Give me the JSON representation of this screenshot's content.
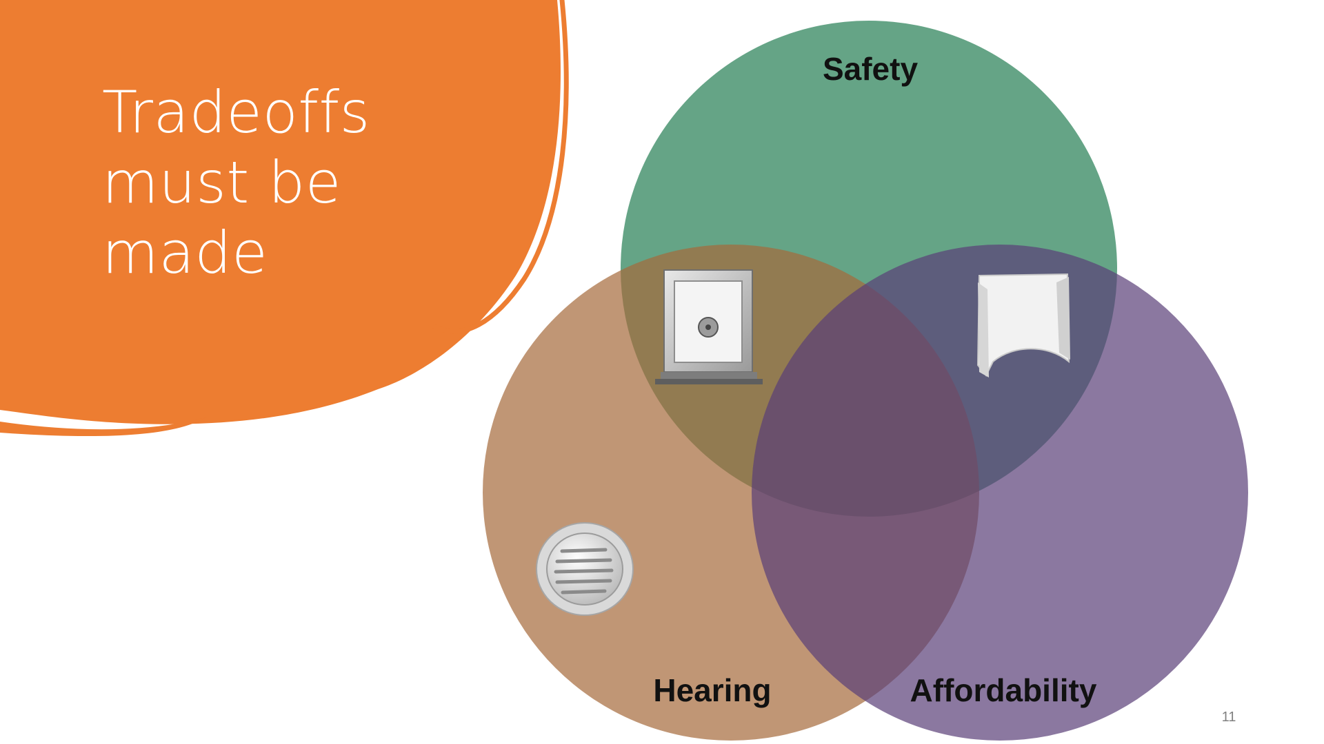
{
  "slide": {
    "title_lines": [
      "Tradeoffs",
      "must be",
      "made"
    ],
    "page_number": "11",
    "accent_color": "#ED7D31"
  },
  "venn": {
    "sets": [
      {
        "label": "Safety",
        "color": "#3A8A64"
      },
      {
        "label": "Hearing",
        "color": "#A5693A"
      },
      {
        "label": "Affordability",
        "color": "#5A3F77"
      }
    ],
    "items": [
      {
        "icon": "security-window-icon",
        "region": "Safety ∩ Hearing"
      },
      {
        "icon": "acrylic-shield-icon",
        "region": "Safety ∩ Affordability"
      },
      {
        "icon": "speaker-grille-icon",
        "region": "Hearing"
      }
    ]
  }
}
